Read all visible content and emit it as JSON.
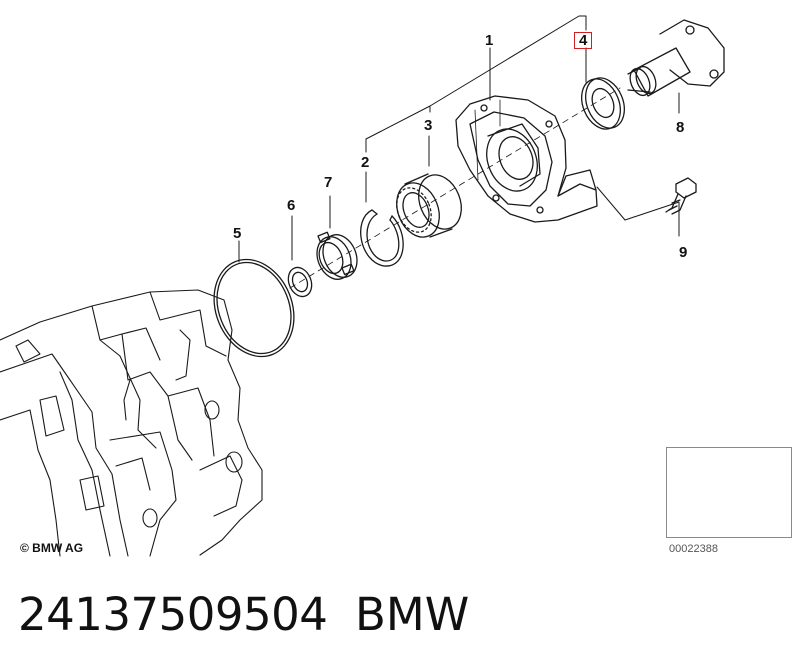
{
  "diagram": {
    "callouts": [
      {
        "id": "1",
        "label": "1"
      },
      {
        "id": "2",
        "label": "2"
      },
      {
        "id": "3",
        "label": "3"
      },
      {
        "id": "4",
        "label": "4"
      },
      {
        "id": "5",
        "label": "5"
      },
      {
        "id": "6",
        "label": "6"
      },
      {
        "id": "7",
        "label": "7"
      },
      {
        "id": "8",
        "label": "8"
      },
      {
        "id": "9",
        "label": "9"
      }
    ],
    "highlighted_callout": "4",
    "highlight_color": "#d21f26",
    "copyright": "© BMW AG",
    "diagram_number": "00022388"
  },
  "footer": {
    "part_number": "24137509504",
    "brand": "BMW"
  }
}
